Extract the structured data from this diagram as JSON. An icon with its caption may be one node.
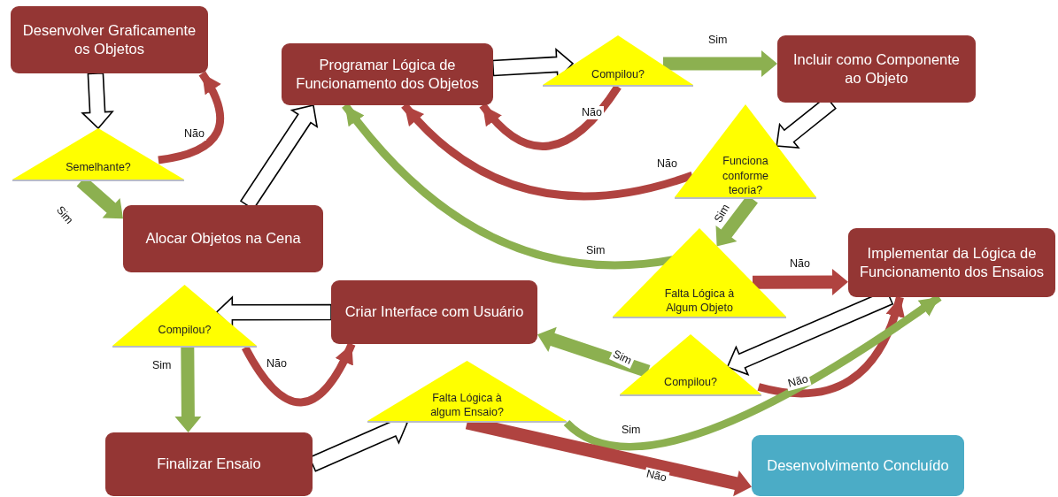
{
  "diagram": {
    "nodes": [
      {
        "text": [
          "Desenvolver Graficamente os Objetos"
        ]
      },
      {
        "text": [
          "Programar Lógica de Funcionamento dos Objetos"
        ]
      },
      {
        "text": [
          "Compilou?"
        ]
      },
      {
        "text": [
          "Incluir como Componente ao Objeto"
        ]
      },
      {
        "text": [
          "Semelhante?"
        ]
      },
      {
        "text": [
          "Funciona conforme teoria?"
        ]
      },
      {
        "text": [
          "Alocar Objetos na Cena"
        ]
      },
      {
        "text": [
          "Falta Lógica à Algum Objeto"
        ]
      },
      {
        "text": [
          "Implementar da Lógica de Funcionamento dos Ensaios"
        ]
      },
      {
        "text": [
          "Compilou?"
        ]
      },
      {
        "text": [
          "Criar Interface com Usuário"
        ]
      },
      {
        "text": [
          "Compilou?"
        ]
      },
      {
        "text": [
          "Falta Lógica à algum Ensaio?"
        ]
      },
      {
        "text": [
          "Finalizar Ensaio"
        ]
      },
      {
        "text": [
          "Desenvolvimento Concluído"
        ]
      }
    ],
    "edges": [
      {
        "from": 0,
        "to": 4,
        "arrow": "to"
      },
      {
        "from": 4,
        "to": 0,
        "arrow": "to",
        "label": "Não",
        "color": "#b04340"
      },
      {
        "from": 4,
        "to": 6,
        "arrow": "to",
        "label": "Sim",
        "color": "#8cb050"
      },
      {
        "from": 6,
        "to": 1,
        "arrow": "to"
      },
      {
        "from": 1,
        "to": 2,
        "arrow": "to"
      },
      {
        "from": 2,
        "to": 1,
        "arrow": "to",
        "label": "Não",
        "color": "#b04340"
      },
      {
        "from": 2,
        "to": 3,
        "arrow": "to",
        "label": "Sim",
        "color": "#8cb050"
      },
      {
        "from": 3,
        "to": 5,
        "arrow": "to"
      },
      {
        "from": 5,
        "to": 1,
        "arrow": "to",
        "label": "Não",
        "color": "#b04340"
      },
      {
        "from": 5,
        "to": 7,
        "arrow": "to",
        "label": "Sim",
        "color": "#8cb050"
      },
      {
        "from": 7,
        "to": 1,
        "arrow": "to",
        "label": "Sim",
        "color": "#8cb050"
      },
      {
        "from": 7,
        "to": 8,
        "arrow": "to",
        "label": "Não",
        "color": "#b04340"
      },
      {
        "from": 8,
        "to": 11,
        "arrow": "to"
      },
      {
        "from": 11,
        "to": 8,
        "arrow": "to",
        "label": "Não",
        "color": "#b04340"
      },
      {
        "from": 11,
        "to": 10,
        "arrow": "to",
        "label": "Sim",
        "color": "#8cb050"
      },
      {
        "from": 10,
        "to": 9,
        "arrow": "to"
      },
      {
        "from": 9,
        "to": 10,
        "arrow": "to",
        "label": "Não",
        "color": "#b04340"
      },
      {
        "from": 9,
        "to": 13,
        "arrow": "to",
        "label": "Sim",
        "color": "#8cb050"
      },
      {
        "from": 13,
        "to": 12,
        "arrow": "to"
      },
      {
        "from": 12,
        "to": 8,
        "arrow": "to",
        "label": "Sim",
        "color": "#8cb050"
      },
      {
        "from": 12,
        "to": 14,
        "arrow": "to",
        "label": "Não",
        "color": "#b04340"
      }
    ]
  }
}
